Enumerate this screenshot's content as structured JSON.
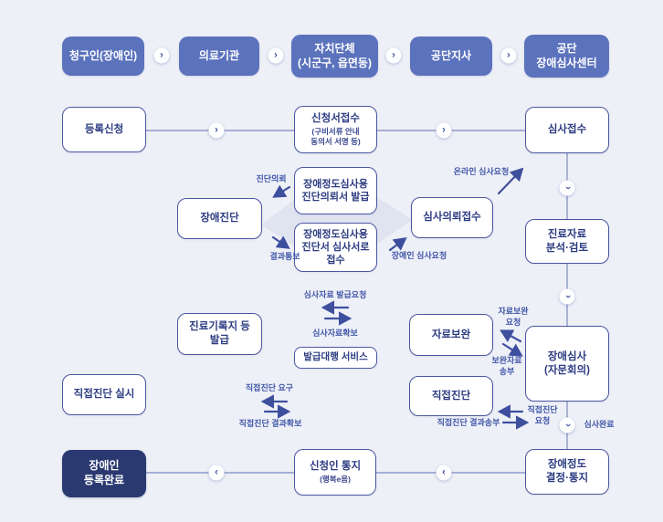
{
  "icons": {
    "chevron_right": "›",
    "chevron_left": "‹",
    "chevron_down": "›"
  },
  "colors": {
    "background": "#EEF0F7",
    "accent_blue": "#5B72BD",
    "dark_navy": "#2B3971",
    "box_border": "#4A57A0",
    "connector_line": "#7C88BE",
    "arrow": "#3E4F9E",
    "label_text": "#4157A8",
    "diamond_fill": "#E0E4F1"
  },
  "top_row": {
    "claimant": "청구인(장애인)",
    "medical_institution": "의료기관",
    "local_government": "자치단체\n(시군구, 읍면동)",
    "corporation_branch": "공단지사",
    "review_center": "공단\n장애심사센터"
  },
  "boxes": {
    "registration_apply": "등록신청",
    "application_receipt_title": "신청서접수",
    "application_receipt_sub": "(구비서류 안내\n동의서 서명 등)",
    "review_receipt": "심사접수",
    "disability_diagnosis": "장애진단",
    "referral_issue": "장애정도심사용\n진단의뢰서 발급",
    "report_submit": "장애정도심사용\n진단서 심사서로\n접수",
    "review_request_receipt": "심사의뢰접수",
    "medical_records_issue": "진료기록지 등\n발급",
    "issuance_agency_service": "발급대행 서비스",
    "data_supplement": "자료보완",
    "data_analysis": "진료자료\n분석·검토",
    "disability_review": "장애심사\n(자문회의)",
    "direct_diagnosis": "직접진단",
    "direct_diagnosis_conduct": "직접진단 실시",
    "registration_complete": "장애인\n등록완료",
    "applicant_notice_title": "신청인 통지",
    "applicant_notice_sub": "(행복e음)",
    "decision_notice": "장애정도\n결정·통지"
  },
  "labels": {
    "diagnosis_request": "진단의뢰",
    "result_notification": "결과통보",
    "disabled_review_request": "장애인 심사요청",
    "online_review_request": "온라인 심사요청",
    "review_data_issue_request": "심사자료 발급요청",
    "review_data_secured": "심사자료확보",
    "supplement_request": "자료보완\n요청",
    "supplement_send": "보완자료\n송부",
    "direct_diagnosis_demand": "직접진단 요구",
    "direct_diagnosis_result_secured": "직접진단 결과확보",
    "direct_diagnosis_request": "직접진단\n요청",
    "direct_diagnosis_result_send": "직접진단 결과송부",
    "review_complete": "심사완료"
  }
}
